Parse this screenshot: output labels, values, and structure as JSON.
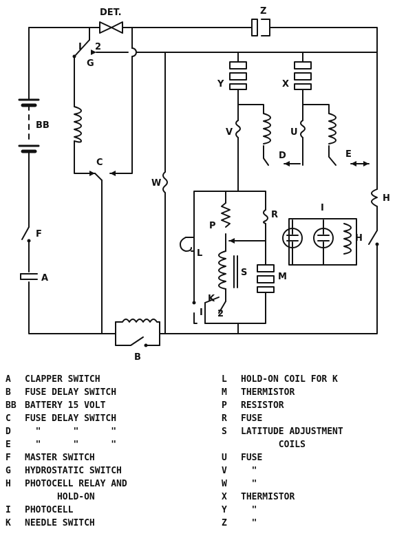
{
  "labels": {
    "det": "DET.",
    "z": "Z",
    "bb": "BB",
    "f": "F",
    "a": "A",
    "b": "B",
    "g": "G",
    "g1": "I",
    "g2": "2",
    "c": "C",
    "w": "W",
    "y": "Y",
    "x": "X",
    "v": "V",
    "u": "U",
    "d": "D",
    "e": "E",
    "h": "H",
    "h2": "H",
    "p": "P",
    "r": "R",
    "l": "L",
    "m": "M",
    "s": "S",
    "k": "K",
    "k1": "I",
    "k2": "2",
    "i": "I"
  },
  "legend_left": [
    {
      "key": "A",
      "desc": "CLAPPER SWITCH"
    },
    {
      "key": "B",
      "desc": "FUSE DELAY SWITCH"
    },
    {
      "key": "BB",
      "desc": "BATTERY 15 VOLT"
    },
    {
      "key": "C",
      "desc": "FUSE DELAY SWITCH"
    },
    {
      "key": "D",
      "desc": "  \"      \"      \""
    },
    {
      "key": "E",
      "desc": "  \"      \"      \""
    },
    {
      "key": "F",
      "desc": "MASTER SWITCH"
    },
    {
      "key": "G",
      "desc": "HYDROSTATIC SWITCH"
    },
    {
      "key": "H",
      "desc": "PHOTOCELL RELAY AND",
      "cont": "      HOLD-ON"
    },
    {
      "key": "I",
      "desc": "PHOTOCELL"
    },
    {
      "key": "K",
      "desc": "NEEDLE SWITCH"
    }
  ],
  "legend_right": [
    {
      "key": "L",
      "desc": "HOLD-ON COIL FOR K"
    },
    {
      "key": "M",
      "desc": "THERMISTOR"
    },
    {
      "key": "P",
      "desc": "RESISTOR"
    },
    {
      "key": "R",
      "desc": "FUSE"
    },
    {
      "key": "S",
      "desc": "LATITUDE ADJUSTMENT",
      "cont": "       COILS"
    },
    {
      "key": "U",
      "desc": "FUSE"
    },
    {
      "key": "V",
      "desc": "  \""
    },
    {
      "key": "W",
      "desc": "  \""
    },
    {
      "key": "X",
      "desc": "THERMISTOR"
    },
    {
      "key": "Y",
      "desc": "  \""
    },
    {
      "key": "Z",
      "desc": "  \""
    }
  ]
}
